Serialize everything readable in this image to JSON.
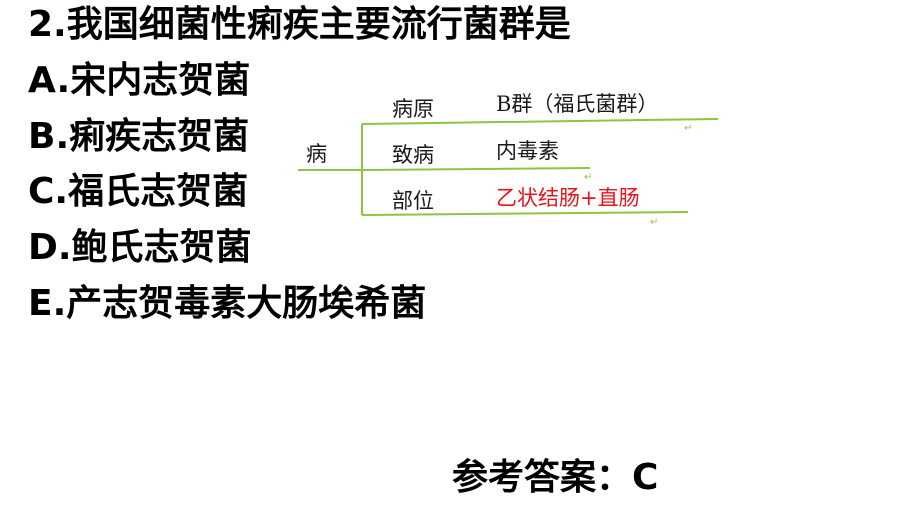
{
  "question": {
    "stem": "2.我国细菌性痢疾主要流行菌群是",
    "options": [
      "A.宋内志贺菌",
      "B.痢疾志贺菌",
      "C.福氏志贺菌",
      "D.鲍氏志贺菌",
      "E.产志贺毒素大肠埃希菌"
    ]
  },
  "diagram": {
    "root_label": "病",
    "branches": [
      {
        "label": "病原",
        "value": "B群（福氏菌群）",
        "value_color": "#1a1a1a"
      },
      {
        "label": "致病",
        "value": "内毒素",
        "value_color": "#1a1a1a"
      },
      {
        "label": "部位",
        "value": "乙状结肠+直肠",
        "value_color": "#e8141c"
      }
    ],
    "line_color": "#8cc63e"
  },
  "answer": {
    "text": "参考答案：C"
  }
}
